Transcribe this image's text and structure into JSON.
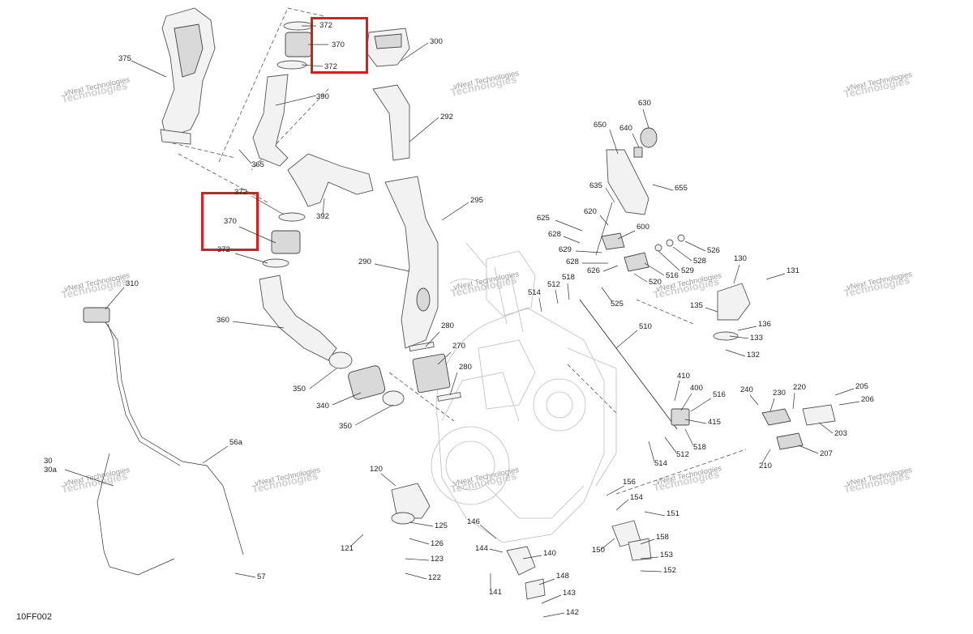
{
  "diagram_ref": "10FF002",
  "watermark": {
    "line1": "vNext Technologies",
    "line2": "Technologies"
  },
  "callouts": [
    {
      "id": "375",
      "text": "375"
    },
    {
      "id": "372a",
      "text": "372"
    },
    {
      "id": "370a",
      "text": "370"
    },
    {
      "id": "372b",
      "text": "372"
    },
    {
      "id": "300",
      "text": "300"
    },
    {
      "id": "390",
      "text": "390"
    },
    {
      "id": "292",
      "text": "292"
    },
    {
      "id": "365",
      "text": "365"
    },
    {
      "id": "392",
      "text": "392"
    },
    {
      "id": "372c",
      "text": "372"
    },
    {
      "id": "370b",
      "text": "370"
    },
    {
      "id": "372d",
      "text": "372"
    },
    {
      "id": "295",
      "text": "295"
    },
    {
      "id": "290",
      "text": "290"
    },
    {
      "id": "310",
      "text": "310"
    },
    {
      "id": "360",
      "text": "360"
    },
    {
      "id": "280a",
      "text": "280"
    },
    {
      "id": "270",
      "text": "270"
    },
    {
      "id": "280b",
      "text": "280"
    },
    {
      "id": "350a",
      "text": "350"
    },
    {
      "id": "340",
      "text": "340"
    },
    {
      "id": "350b",
      "text": "350"
    },
    {
      "id": "56a",
      "text": "56a"
    },
    {
      "id": "30",
      "text": "30"
    },
    {
      "id": "30a",
      "text": "30a"
    },
    {
      "id": "57",
      "text": "57"
    },
    {
      "id": "630",
      "text": "630"
    },
    {
      "id": "650",
      "text": "650"
    },
    {
      "id": "640",
      "text": "640"
    },
    {
      "id": "635",
      "text": "635"
    },
    {
      "id": "655",
      "text": "655"
    },
    {
      "id": "625",
      "text": "625"
    },
    {
      "id": "620",
      "text": "620"
    },
    {
      "id": "628a",
      "text": "628"
    },
    {
      "id": "600",
      "text": "600"
    },
    {
      "id": "629",
      "text": "629"
    },
    {
      "id": "628b",
      "text": "628"
    },
    {
      "id": "526",
      "text": "526"
    },
    {
      "id": "528",
      "text": "528"
    },
    {
      "id": "529",
      "text": "529"
    },
    {
      "id": "626",
      "text": "626"
    },
    {
      "id": "516a",
      "text": "516"
    },
    {
      "id": "520",
      "text": "520"
    },
    {
      "id": "518a",
      "text": "518"
    },
    {
      "id": "512a",
      "text": "512"
    },
    {
      "id": "514a",
      "text": "514"
    },
    {
      "id": "525",
      "text": "525"
    },
    {
      "id": "130",
      "text": "130"
    },
    {
      "id": "131",
      "text": "131"
    },
    {
      "id": "135",
      "text": "135"
    },
    {
      "id": "136",
      "text": "136"
    },
    {
      "id": "133",
      "text": "133"
    },
    {
      "id": "132",
      "text": "132"
    },
    {
      "id": "510",
      "text": "510"
    },
    {
      "id": "410",
      "text": "410"
    },
    {
      "id": "400",
      "text": "400"
    },
    {
      "id": "516b",
      "text": "516"
    },
    {
      "id": "415",
      "text": "415"
    },
    {
      "id": "518b",
      "text": "518"
    },
    {
      "id": "512b",
      "text": "512"
    },
    {
      "id": "514b",
      "text": "514"
    },
    {
      "id": "240",
      "text": "240"
    },
    {
      "id": "230",
      "text": "230"
    },
    {
      "id": "220",
      "text": "220"
    },
    {
      "id": "205",
      "text": "205"
    },
    {
      "id": "206",
      "text": "206"
    },
    {
      "id": "203",
      "text": "203"
    },
    {
      "id": "207",
      "text": "207"
    },
    {
      "id": "210",
      "text": "210"
    },
    {
      "id": "120",
      "text": "120"
    },
    {
      "id": "125",
      "text": "125"
    },
    {
      "id": "121",
      "text": "121"
    },
    {
      "id": "126",
      "text": "126"
    },
    {
      "id": "123",
      "text": "123"
    },
    {
      "id": "122",
      "text": "122"
    },
    {
      "id": "146",
      "text": "146"
    },
    {
      "id": "144",
      "text": "144"
    },
    {
      "id": "140",
      "text": "140"
    },
    {
      "id": "141",
      "text": "141"
    },
    {
      "id": "148",
      "text": "148"
    },
    {
      "id": "143",
      "text": "143"
    },
    {
      "id": "142",
      "text": "142"
    },
    {
      "id": "156",
      "text": "156"
    },
    {
      "id": "154",
      "text": "154"
    },
    {
      "id": "151",
      "text": "151"
    },
    {
      "id": "150",
      "text": "150"
    },
    {
      "id": "158",
      "text": "158"
    },
    {
      "id": "153",
      "text": "153"
    },
    {
      "id": "152",
      "text": "152"
    }
  ],
  "colors": {
    "highlight": "#d42020",
    "line": "#444444",
    "fill": "#f2f2f2"
  }
}
